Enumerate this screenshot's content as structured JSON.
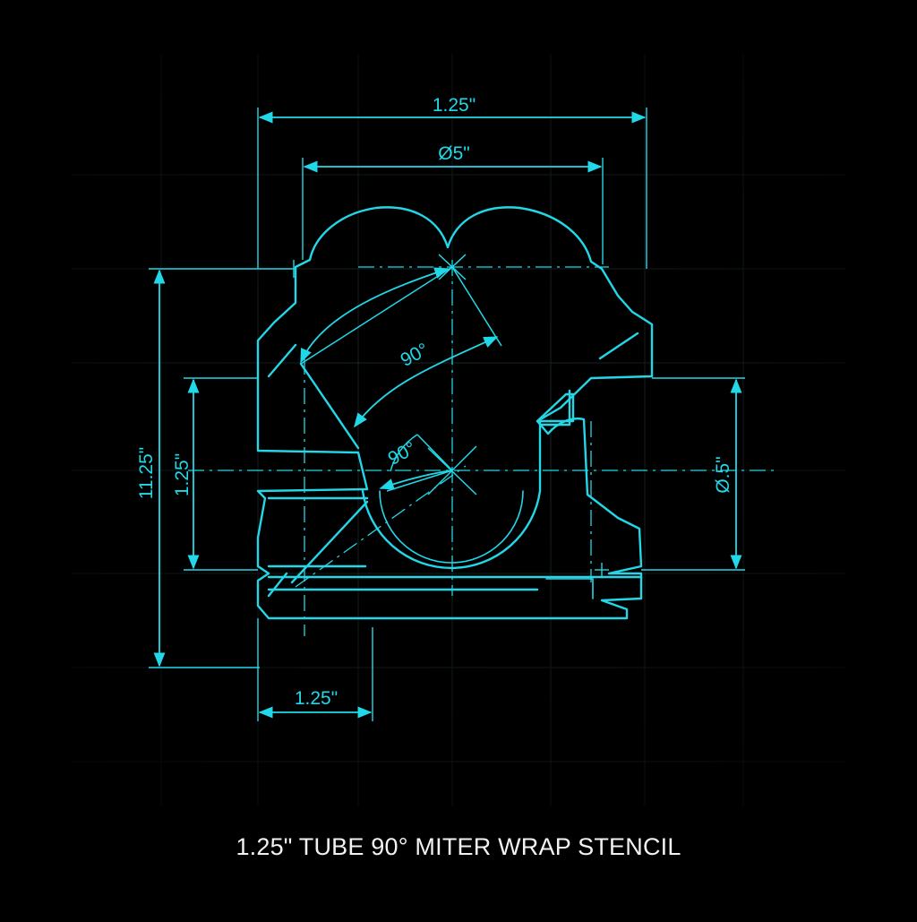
{
  "title": "1.25\" TUBE 90° MITER WRAP STENCIL",
  "colors": {
    "background": "#000000",
    "line": "#22d8e8",
    "grid": "#1c2a2c",
    "title": "#f2f2f2"
  },
  "dimensions": {
    "top_width": "1.25\"",
    "top_diameter": "Ø5\"",
    "overall_height": "11.25\"",
    "left_height": "1.25\"",
    "right_diameter": "Ø.5\"",
    "bottom_width": "1.25\"",
    "angle_upper": "90°",
    "angle_lower": "90°"
  }
}
